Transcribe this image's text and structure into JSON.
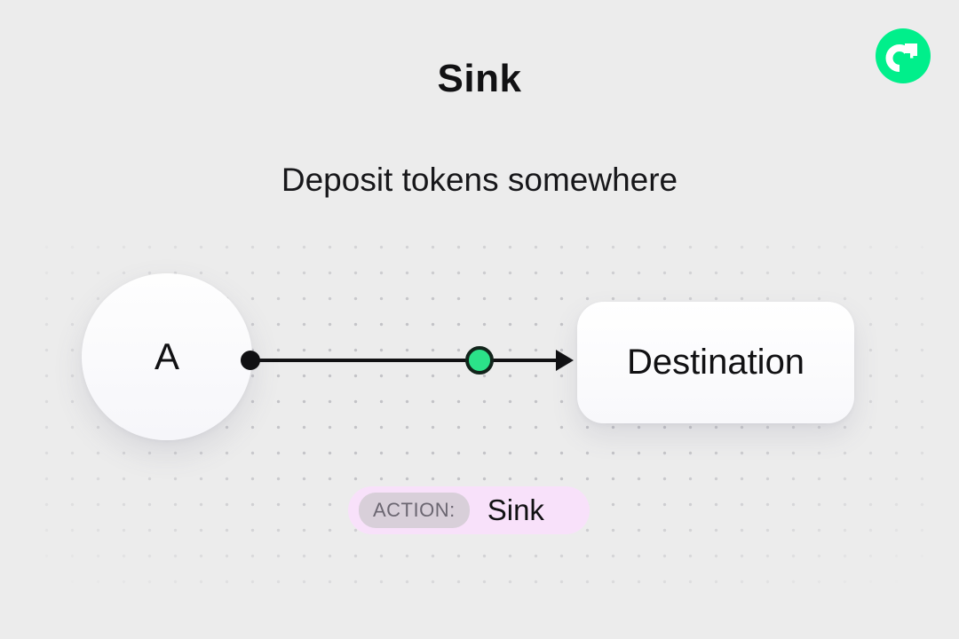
{
  "header": {
    "title": "Sink",
    "subtitle": "Deposit tokens somewhere"
  },
  "logo": {
    "name": "flow-logo",
    "color": "#00ef8b",
    "glyph_color": "#ffffff"
  },
  "diagram": {
    "source": {
      "label": "A"
    },
    "destination": {
      "label": "Destination"
    },
    "action": {
      "label": "ACTION:",
      "value": "Sink"
    },
    "colors": {
      "background": "#ececec",
      "connector": "#111113",
      "token_dot": "#2be289",
      "node_fill": "#ffffff",
      "action_badge_bg": "#f8e1fa",
      "action_pill_bg": "#d8cfd9"
    }
  }
}
